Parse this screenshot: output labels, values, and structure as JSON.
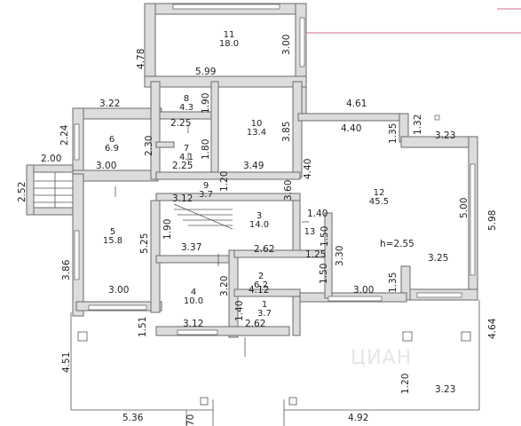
{
  "rooms": [
    {
      "num": "11",
      "area": "18.0"
    },
    {
      "num": "8",
      "area": "4.3"
    },
    {
      "num": "10",
      "area": "13.4"
    },
    {
      "num": "6",
      "area": "6.9"
    },
    {
      "num": "7",
      "area": "4.1"
    },
    {
      "num": "9",
      "area": "3.7"
    },
    {
      "num": "12",
      "area": "45.5"
    },
    {
      "num": "5",
      "area": "15.8"
    },
    {
      "num": "3",
      "area": "14.0"
    },
    {
      "num": "13",
      "area": ""
    },
    {
      "num": "2",
      "area": "6.2"
    },
    {
      "num": "4",
      "area": "10.0"
    },
    {
      "num": "1",
      "area": "3.7"
    }
  ],
  "ceiling_height": "h=2.55",
  "dimensions": [
    "4.78",
    "3.00",
    "5.99",
    "3.22",
    "4.61",
    "1.90",
    "1.32",
    "2.24",
    "2.25",
    "3.85",
    "4.40",
    "1.35",
    "3.23",
    "2.30",
    "1.80",
    "2.00",
    "3.00",
    "2.25",
    "3.49",
    "4.40",
    "2.52",
    "1.20",
    "3.60",
    "3.12",
    "5.00",
    "5.98",
    "1.40",
    "1.90",
    "5.25",
    "1.50",
    "3.37",
    "2.62",
    "1.25",
    "3.86",
    "3.30",
    "3.25",
    "3.20",
    "4.12",
    "1.50",
    "3.00",
    "3.00",
    "1.35",
    "1.51",
    "1.40",
    "3.12",
    "2.62",
    "4.64",
    "4.51",
    "1.20",
    "3.23",
    "5.36",
    "4.92",
    "70"
  ],
  "watermark": "ЦИАН"
}
